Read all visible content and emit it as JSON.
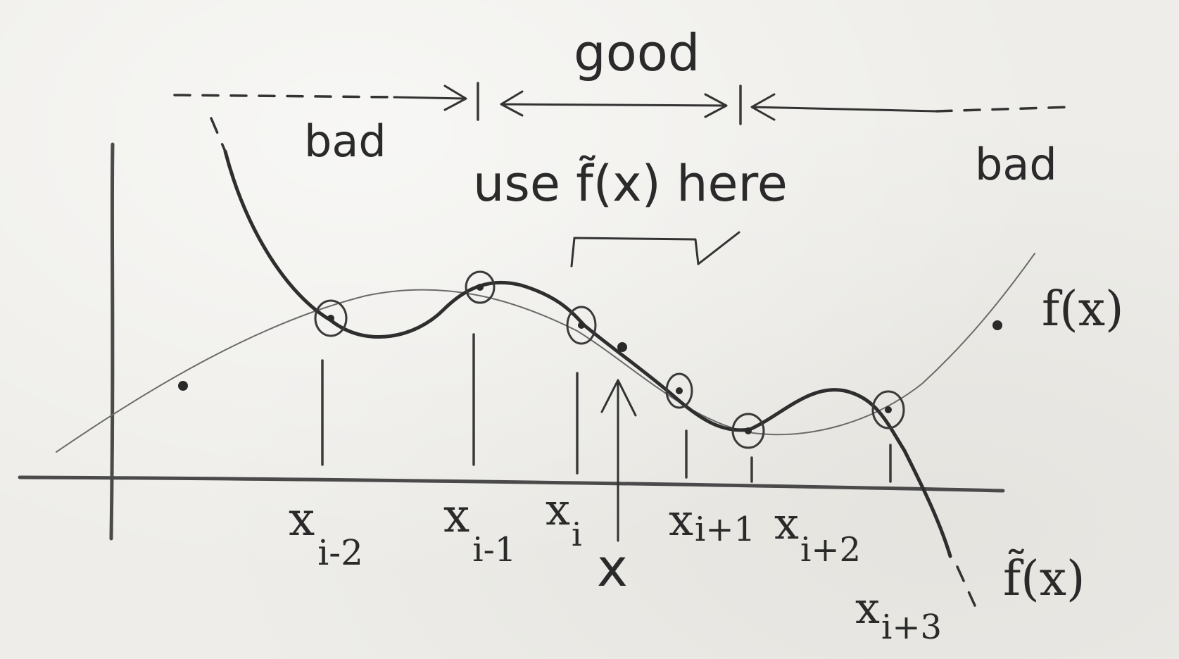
{
  "labels": {
    "good": "good",
    "bad_left": "bad",
    "bad_right": "bad",
    "use_here": "use f̃(x) here",
    "f": "f(x)",
    "f_tilde": "f̃(x)",
    "x_point": "x"
  },
  "nodes": [
    {
      "base": "x",
      "sub": "i-2"
    },
    {
      "base": "x",
      "sub": "i-1"
    },
    {
      "base": "x",
      "sub": "i"
    },
    {
      "base": "x",
      "sub": "i+1"
    },
    {
      "base": "x",
      "sub": "i+2"
    },
    {
      "base": "x",
      "sub": "i+3"
    }
  ],
  "colors": {
    "ink": "#2a2a2a",
    "paper": "#eeede9",
    "faint_curve": "#6a6a6a"
  }
}
